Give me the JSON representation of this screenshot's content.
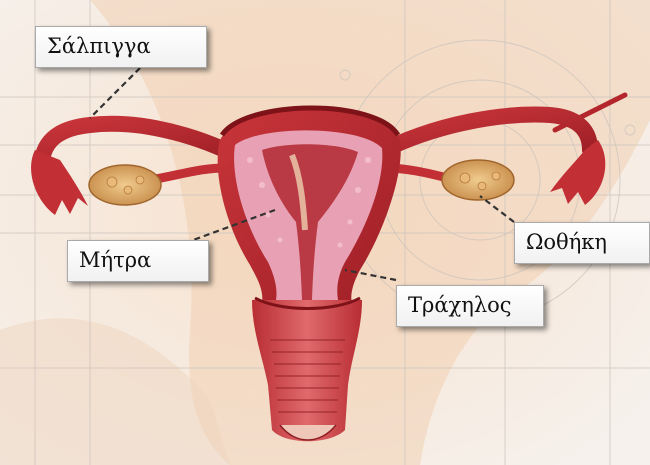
{
  "labels": {
    "fallopian_tube": "Σάλπιγγα",
    "uterus": "Μήτρα",
    "ovary": "Ωοθήκη",
    "cervix": "Τράχηλος"
  },
  "colors": {
    "background": "#f4ede6",
    "tissue_dark": "#b3262b",
    "tissue_mid": "#d8484c",
    "endometrium": "#e9a3b5",
    "ovary": "#d9a86a",
    "leader_line": "#333333"
  }
}
